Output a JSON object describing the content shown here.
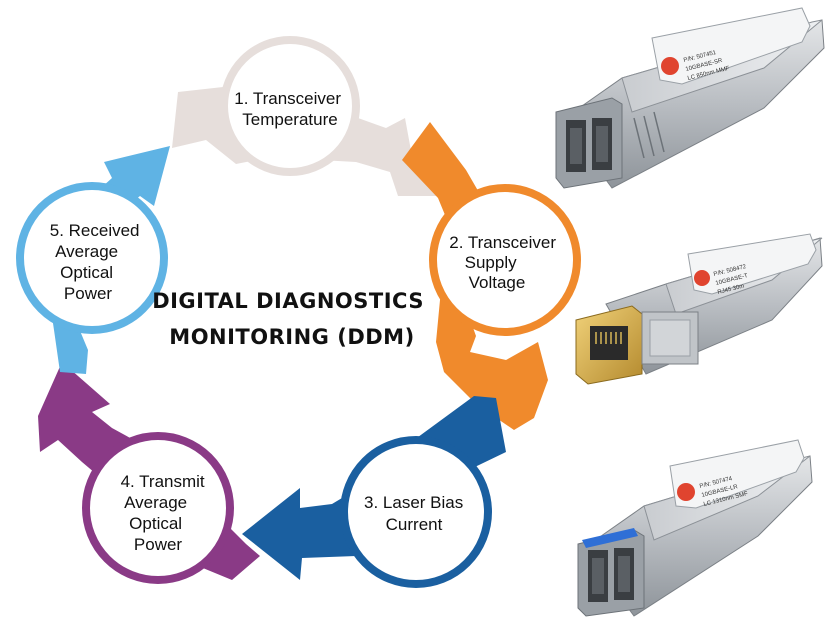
{
  "title": {
    "line1": "DIGITAL DIAGNOSTICS",
    "line2": "MONITORING (DDM)"
  },
  "steps": [
    {
      "lines": [
        "1. Transceiver",
        "Temperature"
      ],
      "color": "#e6dedb"
    },
    {
      "lines": [
        "2. Transceiver",
        "Supply",
        "Voltage"
      ],
      "color": "#f08a2c"
    },
    {
      "lines": [
        "3. Laser Bias",
        "Current"
      ],
      "color": "#1a5fa0"
    },
    {
      "lines": [
        "4. Transmit",
        "Average",
        "Optical",
        "Power"
      ],
      "color": "#8a3a86"
    },
    {
      "lines": [
        "5. Received",
        "Average",
        "Optical",
        "Power"
      ],
      "color": "#5fb3e4"
    }
  ],
  "modules": [
    {
      "name": "LC duplex fiber SFP+ module",
      "label_lines": [
        "P/N: 507451",
        "10GBASE-SR",
        "LC 850nm MMF"
      ]
    },
    {
      "name": "RJ45 copper SFP+ module",
      "label_lines": [
        "P/N: 508472",
        "10GBASE-T",
        "RJ45 30m"
      ]
    },
    {
      "name": "LC duplex fiber SFP+ module (blue latch)",
      "label_lines": [
        "P/N: 507474",
        "10GBASE-LR",
        "LC 1310nm SMF"
      ]
    }
  ]
}
